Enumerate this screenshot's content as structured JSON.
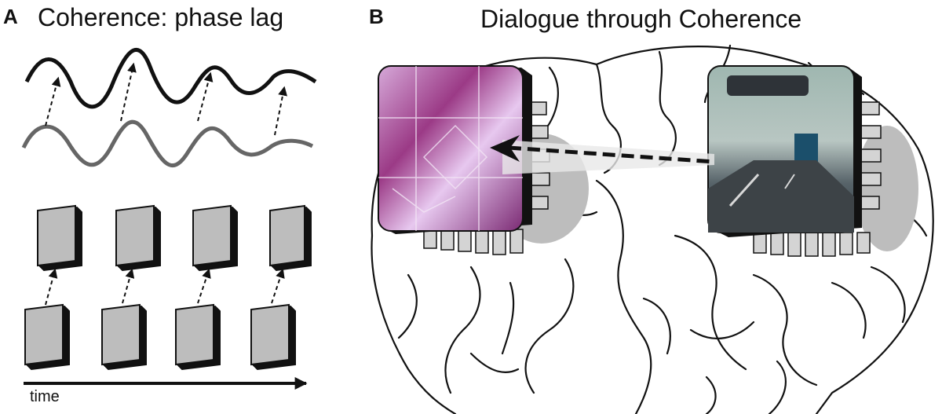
{
  "panel_a": {
    "letter": "A",
    "title": "Coherence: phase lag",
    "time_label": "time"
  },
  "panel_b": {
    "letter": "B",
    "title": "Dialogue through Coherence"
  },
  "colors": {
    "wave_top": "#111111",
    "wave_bottom": "#666666",
    "block_face": "#bdbdbd",
    "block_side": "#111111",
    "chip_left": "#9b3a86",
    "chip_right": "#5e7f86"
  }
}
